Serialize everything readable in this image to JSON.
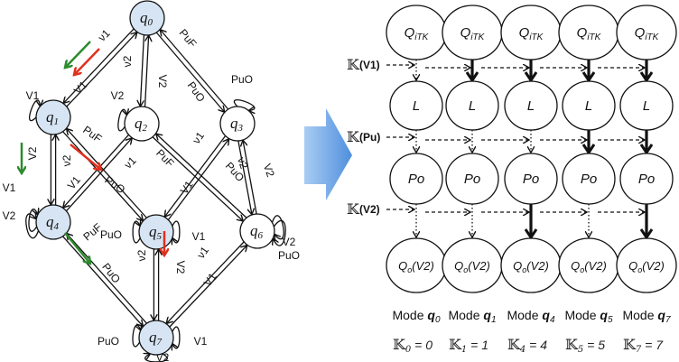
{
  "left_graph": {
    "states": [
      {
        "id": "q0",
        "label": "q",
        "sub": "0",
        "highlighted": true
      },
      {
        "id": "q1",
        "label": "q",
        "sub": "1",
        "highlighted": true
      },
      {
        "id": "q2",
        "label": "q",
        "sub": "2",
        "highlighted": false
      },
      {
        "id": "q3",
        "label": "q",
        "sub": "3",
        "highlighted": false
      },
      {
        "id": "q4",
        "label": "q",
        "sub": "4",
        "highlighted": true
      },
      {
        "id": "q5",
        "label": "q",
        "sub": "5",
        "highlighted": true
      },
      {
        "id": "q6",
        "label": "q",
        "sub": "6",
        "highlighted": false
      },
      {
        "id": "q7",
        "label": "q",
        "sub": "7",
        "highlighted": true
      }
    ],
    "edge_labels": {
      "q0_q1_up": "ν1",
      "q0_q1_down": "V1",
      "q0_q2_up": "ν2",
      "q0_q2_down": "V2",
      "q0_q3_up": "PuF",
      "q0_q3_down": "PuO",
      "q1_q4_down": "V2",
      "q1_q4_up": "ν2",
      "q1_q5_up": "PuF",
      "q1_q5_down": "PuO",
      "q2_q4_up": "ν1",
      "q2_q4_down": "V1",
      "q2_q6_up": "PuF",
      "q2_q6_down": "PuO",
      "q3_q5_up": "ν1",
      "q3_q5_down": "V1",
      "q3_q6_up": "ν2",
      "q3_q6_down": "V2",
      "q4_q7_up": "PuF",
      "q4_q7_down": "PuO",
      "q5_q7_up": "ν2",
      "q5_q7_down": "V2",
      "q6_q7_up": "ν1",
      "q6_q7_down": "V1"
    },
    "self_loops": {
      "q1": "V1",
      "q2": "V2",
      "q3": "PuO",
      "q4_a": "V1",
      "q4_b": "V2",
      "q5_a": "PuO",
      "q5_b": "V1",
      "q6_a": "V2",
      "q6_b": "PuO",
      "q7_a": "PuO",
      "q7_b": "V1",
      "q7_c": "V2"
    },
    "colors": {
      "highlight_fill": "#d6e4f3",
      "green_arrow": "#2e8b2e",
      "red_arrow": "#e0301e"
    }
  },
  "transition_arrow": {
    "color": "#5b9ae0"
  },
  "right_network": {
    "row_headers": [
      {
        "k": "𝕂",
        "label": "(V1)"
      },
      {
        "k": "𝕂",
        "label": "(Pu)"
      },
      {
        "k": "𝕂",
        "label": "(V2)"
      }
    ],
    "node_rows": [
      {
        "main": "Q",
        "sub": "iTK"
      },
      {
        "main": "L",
        "sub": ""
      },
      {
        "main": "Po",
        "sub": ""
      },
      {
        "main": "Q",
        "sub": "o",
        "suffix": "(V2)"
      }
    ],
    "columns": [
      {
        "mode_text": "Mode ",
        "mode_q": "q",
        "mode_sub": "0",
        "k_sub": "0",
        "k_value": "= 0",
        "links": [
          "weak",
          "weak",
          "weak"
        ]
      },
      {
        "mode_text": "Mode ",
        "mode_q": "q",
        "mode_sub": "1",
        "k_sub": "1",
        "k_value": "= 1",
        "links": [
          "strong",
          "weak",
          "weak"
        ]
      },
      {
        "mode_text": "Mode ",
        "mode_q": "q",
        "mode_sub": "4",
        "k_sub": "4",
        "k_value": "= 4",
        "links": [
          "strong",
          "weak",
          "strong"
        ]
      },
      {
        "mode_text": "Mode ",
        "mode_q": "q",
        "mode_sub": "5",
        "k_sub": "5",
        "k_value": "= 5",
        "links": [
          "strong",
          "strong",
          "weak"
        ]
      },
      {
        "mode_text": "Mode ",
        "mode_q": "q",
        "mode_sub": "7",
        "k_sub": "7",
        "k_value": "= 7",
        "links": [
          "strong",
          "strong",
          "strong"
        ]
      }
    ],
    "k_symbol": "𝕂"
  }
}
